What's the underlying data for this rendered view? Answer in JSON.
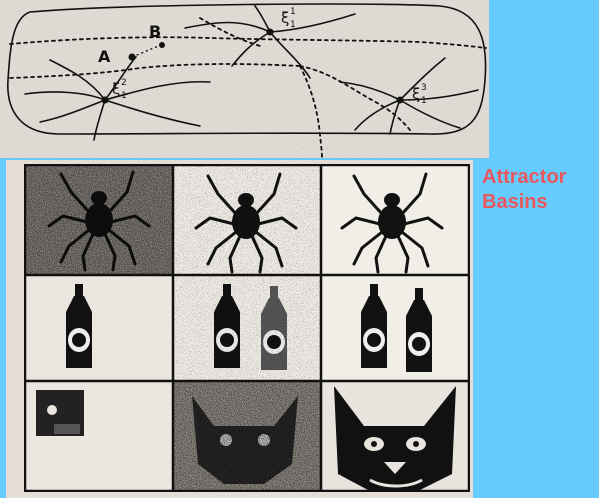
{
  "slide": {
    "title_lines": [
      "Attractor",
      "Basins"
    ],
    "colors": {
      "background": "#66ccff",
      "title": "#e8585c",
      "paper": "#ebe6df",
      "ink": "#111111"
    }
  },
  "diagram": {
    "point_labels": [
      "A",
      "B"
    ],
    "attractors": [
      {
        "symbol": "ξ",
        "sub": "1",
        "sup": "1"
      },
      {
        "symbol": "ξ",
        "sub": "1",
        "sup": "2"
      },
      {
        "symbol": "ξ",
        "sub": "1",
        "sup": "3"
      }
    ]
  },
  "image_grid": {
    "rows": [
      "spider",
      "bottles",
      "cat-face"
    ],
    "columns": 3
  }
}
